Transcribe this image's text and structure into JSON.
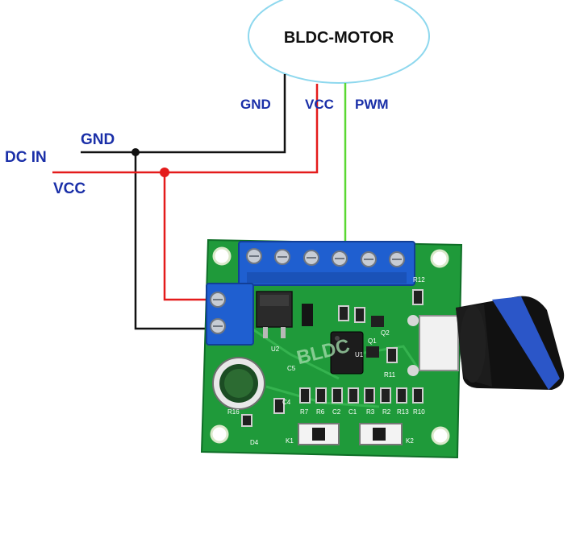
{
  "motor": {
    "label": "BLDC-MOTOR"
  },
  "labels": {
    "dc_in": "DC IN",
    "gnd_in": "GND",
    "vcc_in": "VCC",
    "motor_gnd": "GND",
    "motor_vcc": "VCC",
    "motor_pwm": "PWM"
  },
  "board": {
    "watermark": "BLDC",
    "silkscreen": {
      "u2": "U2",
      "r12": "R12",
      "q1": "Q1",
      "q2": "Q2",
      "u1": "U1",
      "c5": "C5",
      "r11": "R11",
      "c4": "C4",
      "r16": "R16",
      "d4": "D4",
      "r7": "R7",
      "r6": "R6",
      "c2": "C2",
      "c1": "C1",
      "r3": "R3",
      "r2": "R2",
      "r13": "R13",
      "r10": "R10",
      "k1": "K1",
      "k2": "K2"
    }
  },
  "colors": {
    "board": "#1f9a3a",
    "terminal": "#1f5fd0",
    "wire_gnd": "#111111",
    "wire_vcc": "#e41b1b",
    "wire_pwm": "#5ad832",
    "label": "#1a2fa8",
    "motor_outline": "#8ed8ee"
  }
}
